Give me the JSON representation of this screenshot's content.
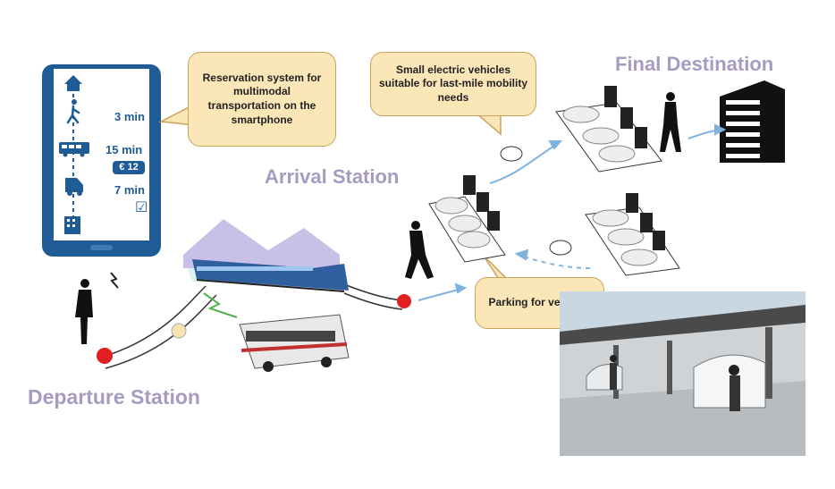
{
  "phone": {
    "walk_time": "3 min",
    "bus_time": "15 min",
    "price": "€ 12",
    "car_time": "7 min",
    "checkbox": "☑"
  },
  "callouts": {
    "reservation": "Reservation system for multimodal transportation on the smartphone",
    "small_vehicles": "Small electric vehicles suitable for last-mile mobility needs",
    "parking": "Parking for vehicles"
  },
  "labels": {
    "departure": "Departure Station",
    "arrival": "Arrival Station",
    "final": "Final Destination"
  },
  "colors": {
    "phone": "#1f5b95",
    "callout_fill": "#fbe6b7",
    "title": "#a79bc2",
    "route_dot": "#e02020",
    "arrow": "#7fb2dd"
  },
  "icons": [
    "home-icon",
    "walking-person-icon",
    "bus-icon",
    "car-icon",
    "building-icon",
    "train-icon",
    "bus-vehicle-icon",
    "electric-car-icon",
    "charging-station-icon",
    "office-building-icon",
    "person-silhouette-icon",
    "lightning-icon"
  ]
}
